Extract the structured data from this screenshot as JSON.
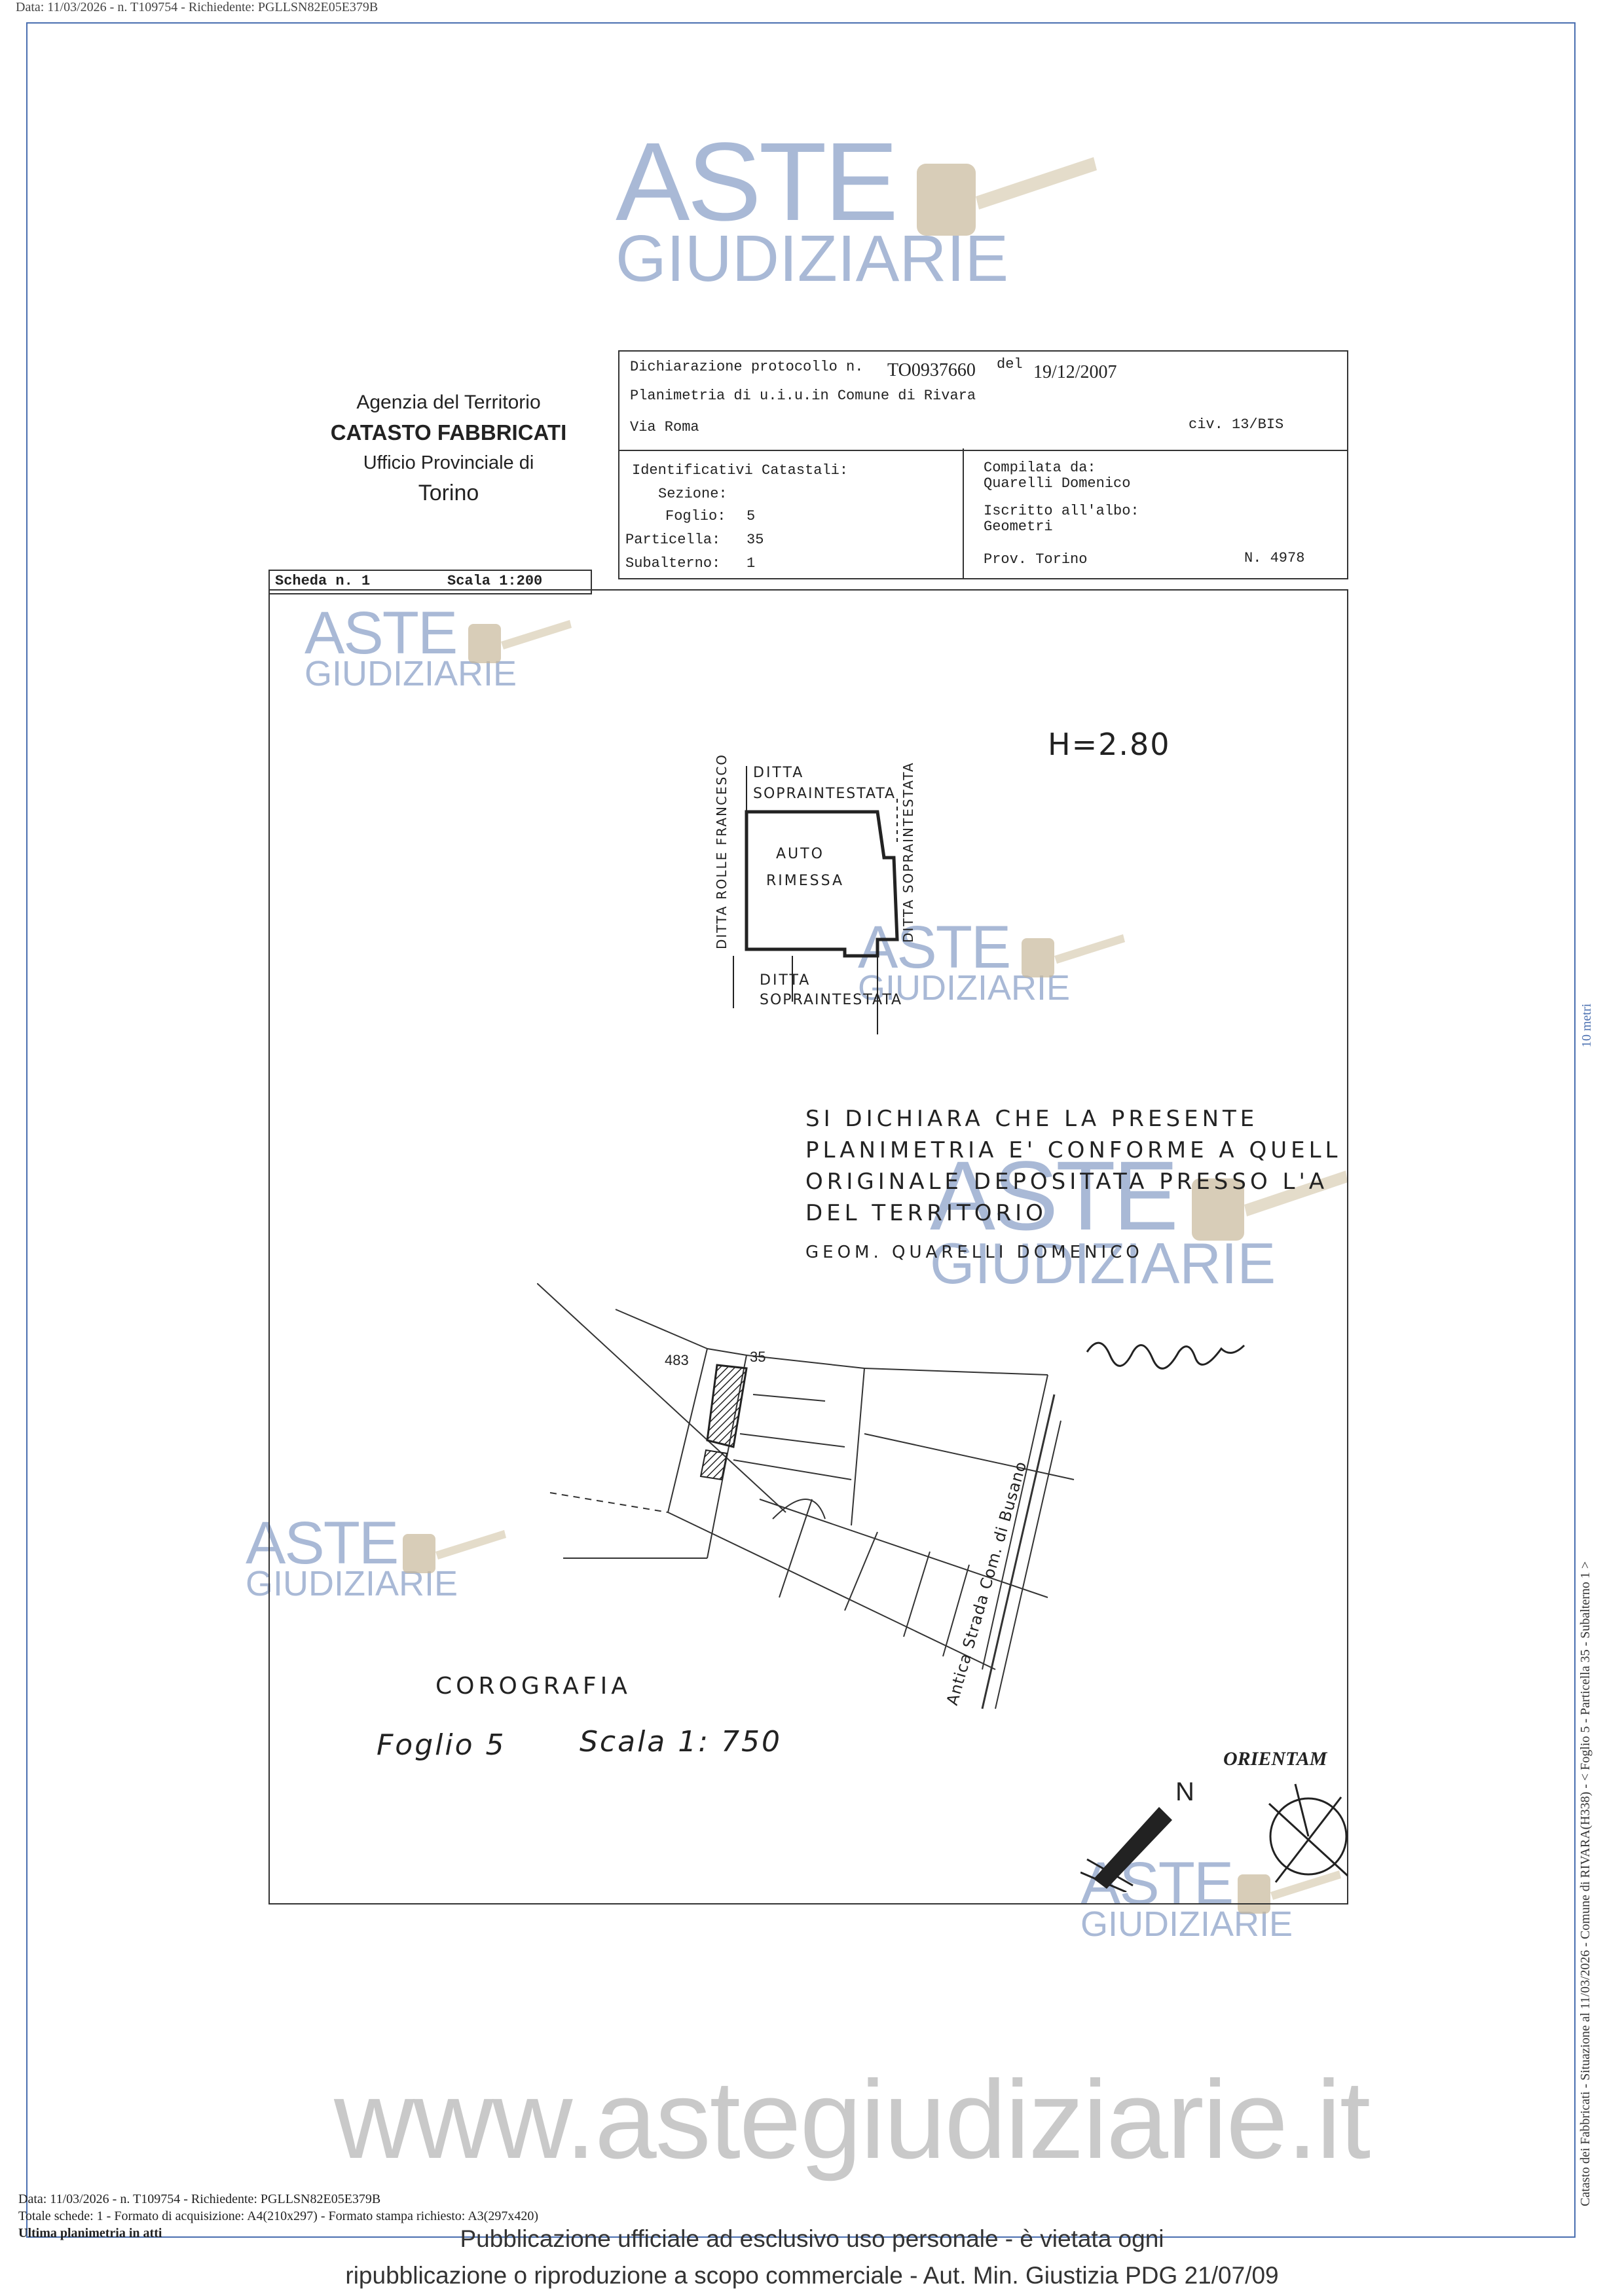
{
  "header_text": "Data: 11/03/2026 - n. T109754 - Richiedente: PGLLSN82E05E379B",
  "watermark": {
    "aste": "ASTE",
    "giudiziarie": "GIUDIZIARIE",
    "site": "www.astegiudiziarie.it"
  },
  "agency": {
    "line1": "Agenzia del Territorio",
    "line2": "CATASTO FABBRICATI",
    "line3": "Ufficio Provinciale di",
    "line4": "Torino"
  },
  "declaration": {
    "protocol_label": "Dichiarazione protocollo n.",
    "protocol_number": "TO0937660",
    "date_label": "del",
    "date": "19/12/2007",
    "planimetry_line": "Planimetria di u.i.u.in Comune di Rivara",
    "address": "Via Roma",
    "civic": "civ. 13/BIS"
  },
  "identifiers": {
    "title": "Identificativi Catastali:",
    "sezione_label": "Sezione:",
    "sezione": "",
    "foglio_label": "Foglio:",
    "foglio": "5",
    "particella_label": "Particella:",
    "particella": "35",
    "subalterno_label": "Subalterno:",
    "subalterno": "1"
  },
  "compiled": {
    "title": "Compilata da:",
    "name": "Quarelli Domenico",
    "albo_label": "Iscritto all'albo:",
    "albo": "Geometri",
    "prov": "Prov. Torino",
    "number": "N. 4978"
  },
  "scheda": {
    "label": "Scheda n. 1",
    "scale": "Scala 1:200"
  },
  "drawing": {
    "height": "H=2.80",
    "ditta_top_1": "DITTA",
    "ditta_top_2": "SOPRAINTESTATA",
    "auto_1": "AUTO",
    "auto_2": "RIMESSA",
    "ditta_left": "DITTA ROLLE FRANCESCO",
    "ditta_right": "DITTA SOPRAINTESTATA",
    "ditta_bottom_1": "DITTA",
    "ditta_bottom_2": "SOPRAINTESTATA",
    "declare_lines": [
      "SI DICHIARA CHE LA PRESENTE",
      "PLANIMETRIA E' CONFORME A QUELL",
      "ORIGINALE DEPOSITATA PRESSO L'A",
      "DEL TERRITORIO",
      "GEOM. QUARELLI DOMENICO"
    ],
    "parcel_483": "483",
    "parcel_35": "35",
    "road": "Antica Strada Com. di Busano",
    "corografia": "COROGRAFIA",
    "foglio": "Foglio 5",
    "scala": "Scala 1: 750",
    "orient": "ORIENTAM",
    "north": "N"
  },
  "side_text": "Catasto dei Fabbricati - Situazione al 11/03/2026 - Comune di RIVARA(H338) - < Foglio 5 - Particella 35 - Subalterno 1 >",
  "side_scale": "10 metri",
  "bottom_info": [
    "Data: 11/03/2026 - n. T109754 - Richiedente: PGLLSN82E05E379B",
    "Totale schede: 1 - Formato di acquisizione: A4(210x297) - Formato stampa richiesto: A3(297x420)",
    "Ultima planimetria in atti"
  ],
  "publication": [
    "Pubblicazione ufficiale ad esclusivo uso personale - è vietata ogni",
    "ripubblicazione o riproduzione a scopo commerciale - Aut. Min. Giustizia PDG 21/07/09"
  ]
}
